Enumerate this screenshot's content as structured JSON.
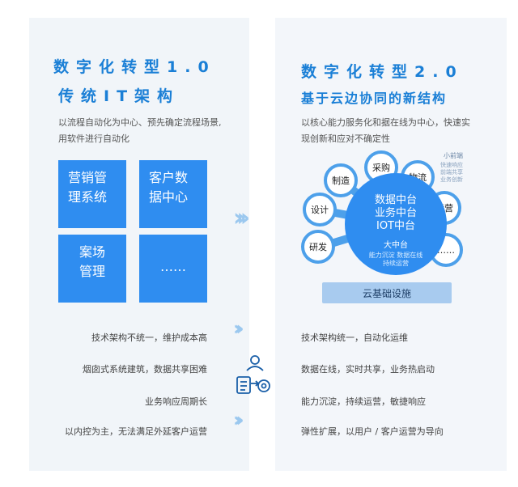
{
  "left": {
    "title1": "数字化转型1.0",
    "title2": "传统IT架构",
    "desc_line1": "以流程自动化为中心、预先确定流程场景,",
    "desc_line2": "用软件进行自动化",
    "tiles": [
      {
        "line1": "营销管",
        "line2": "理系统"
      },
      {
        "line1": "客户数",
        "line2": "据中心"
      },
      {
        "line1": "案场",
        "line2": "管理"
      },
      {
        "line1": "……",
        "line2": ""
      }
    ],
    "rows": [
      "技术架构不统一，维护成本高",
      "烟囱式系统建筑，数据共享困难",
      "业务响应周期长",
      "以内控为主，无法满足外延客户运营"
    ]
  },
  "right": {
    "title1": "数字化转型2.0",
    "title2": "基于云边协同的新结构",
    "desc_line1": "以核心能力服务化和据在线为中心，快速实",
    "desc_line2": "现创新和应对不确定性",
    "petals": [
      "采购",
      "制造",
      "物流",
      "设计",
      "运营",
      "研发",
      "……"
    ],
    "mini_label": "小前端",
    "mini_lines": [
      "快速响应",
      "前端共享",
      "业务创新"
    ],
    "core": {
      "line1": "数据中台",
      "line2": "业务中台",
      "line3": "IOT中台",
      "line4": "大中台",
      "line5": "能力沉淀  数据在线",
      "line6": "持续运营"
    },
    "infra": "云基础设施",
    "rows": [
      "技术架构统一，自动化运维",
      "数据在线，实时共享，业务热启动",
      "能力沉淀，持续运营，敏捷响应",
      "弹性扩展，以用户 / 客户运营为导向"
    ]
  },
  "center_icon": "people-gear-transform-icon",
  "chevron_glyph": "›››",
  "colors": {
    "accent": "#1a7fd6",
    "tile": "#2f8df0",
    "petal_border": "#4da0ea"
  }
}
